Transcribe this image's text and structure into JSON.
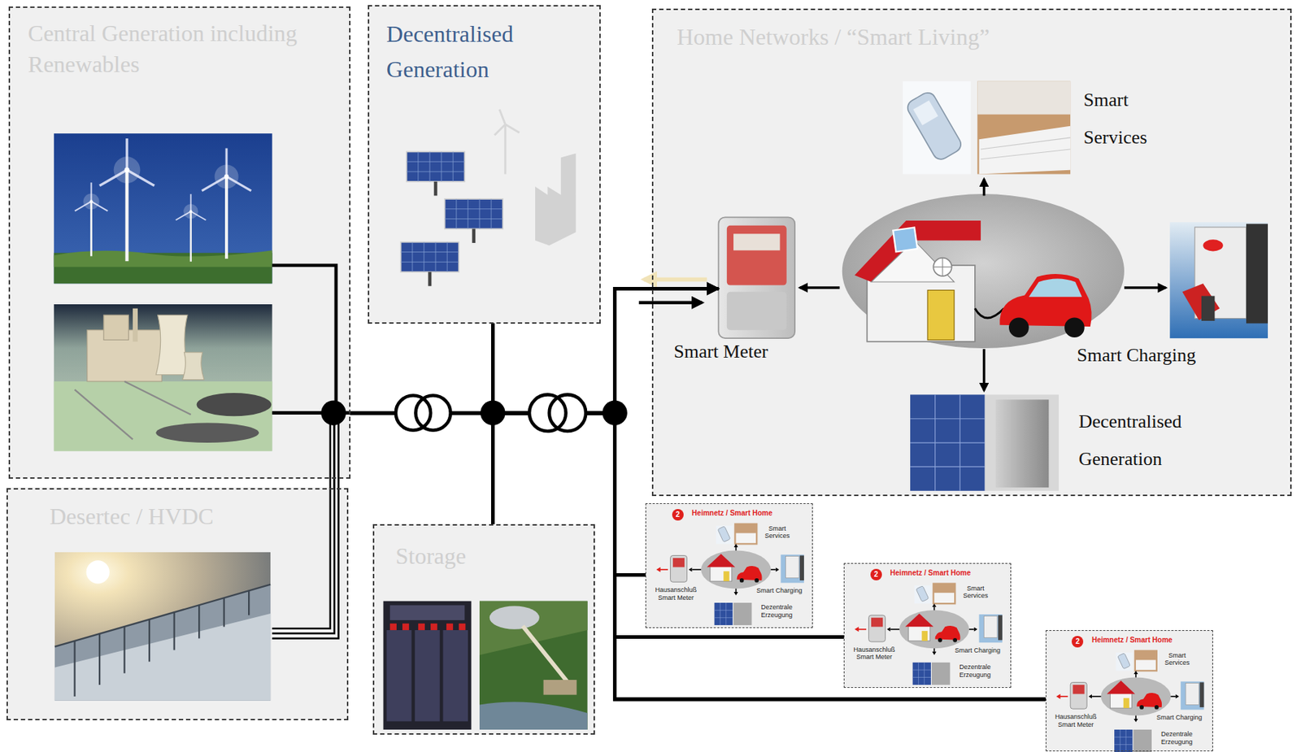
{
  "diagram": {
    "nodes": [
      {
        "text": [
          "Central Generation including Renewables"
        ]
      },
      {
        "text": [
          "Decentralised Generation"
        ]
      },
      {
        "text": [
          "Home Networks / “Smart Living”"
        ]
      },
      {
        "text": [
          "Smart Services"
        ],
        "in": 2
      },
      {
        "text": [
          "Smart Meter"
        ],
        "in": 2
      },
      {
        "text": [
          "Smart Charging"
        ],
        "in": 2
      },
      {
        "text": [
          "Decentralised Generation"
        ],
        "in": 2
      },
      {
        "text": [
          "Desertec / HVDC"
        ]
      },
      {
        "text": [
          "Storage"
        ]
      },
      {
        "text": [
          "Heimnetz / Smart Home",
          "Smart Services",
          "Hausanschluß Smart Meter",
          "Smart Charging",
          "Dezentrale Erzeugung"
        ]
      },
      {
        "text": [
          "Heimnetz / Smart Home",
          "Smart Services",
          "Hausanschluß Smart Meter",
          "Smart Charging",
          "Dezentrale Erzeugung"
        ]
      },
      {
        "text": [
          "Heimnetz / Smart Home",
          "Smart Services",
          "Hausanschluß Smart Meter",
          "Smart Charging",
          "Dezentrale Erzeugung"
        ]
      }
    ],
    "edges": [
      {
        "from": 0,
        "to": 4,
        "arrow": "to"
      },
      {
        "from": 0,
        "to": 9,
        "arrow": "none"
      },
      {
        "from": 0,
        "to": 10,
        "arrow": "none"
      },
      {
        "from": 0,
        "to": 11,
        "arrow": "none"
      },
      {
        "from": 7,
        "to": 4,
        "arrow": "to"
      },
      {
        "from": 7,
        "to": 9,
        "arrow": "none"
      },
      {
        "from": 7,
        "to": 10,
        "arrow": "none"
      },
      {
        "from": 7,
        "to": 11,
        "arrow": "none"
      },
      {
        "from": 1,
        "to": 4,
        "arrow": "to"
      },
      {
        "from": 1,
        "to": 9,
        "arrow": "none"
      },
      {
        "from": 1,
        "to": 10,
        "arrow": "none"
      },
      {
        "from": 1,
        "to": 11,
        "arrow": "none"
      },
      {
        "from": 8,
        "to": 4,
        "arrow": "to"
      },
      {
        "from": 8,
        "to": 9,
        "arrow": "none"
      },
      {
        "from": 8,
        "to": 10,
        "arrow": "none"
      },
      {
        "from": 8,
        "to": 11,
        "arrow": "none"
      }
    ],
    "labels": [
      "2",
      "2",
      "2"
    ]
  }
}
